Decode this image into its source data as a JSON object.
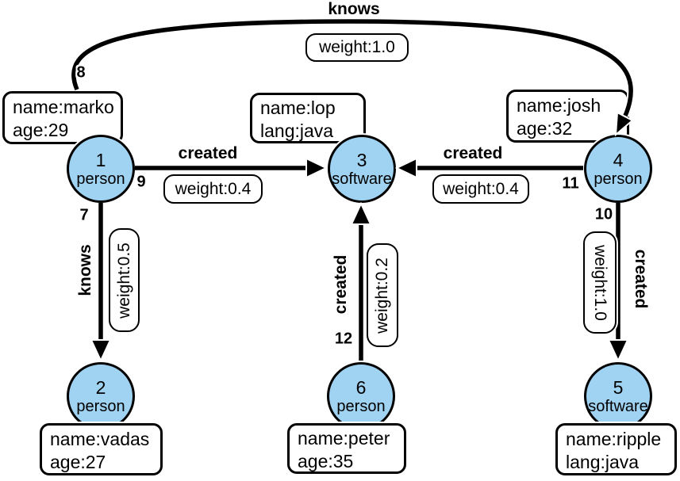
{
  "colors": {
    "background": "#FFFFFF",
    "node_fill": "#A0D2F2",
    "node_stroke": "#000000",
    "box_fill": "#FFFFFF",
    "box_stroke": "#000000",
    "edge": "#000000"
  },
  "graph": {
    "nodes": [
      {
        "id": "1",
        "label": "person",
        "properties": [
          "name:marko",
          "age:29"
        ]
      },
      {
        "id": "2",
        "label": "person",
        "properties": [
          "name:vadas",
          "age:27"
        ]
      },
      {
        "id": "3",
        "label": "software",
        "properties": [
          "name:lop",
          "lang:java"
        ]
      },
      {
        "id": "4",
        "label": "person",
        "properties": [
          "name:josh",
          "age:32"
        ]
      },
      {
        "id": "5",
        "label": "software",
        "properties": [
          "name:ripple",
          "lang:java"
        ]
      },
      {
        "id": "6",
        "label": "person",
        "properties": [
          "name:peter",
          "age:35"
        ]
      }
    ],
    "edges": [
      {
        "id": "7",
        "label": "knows",
        "weight": "weight:0.5",
        "from": "1",
        "to": "2"
      },
      {
        "id": "8",
        "label": "knows",
        "weight": "weight:1.0",
        "from": "1",
        "to": "4"
      },
      {
        "id": "9",
        "label": "created",
        "weight": "weight:0.4",
        "from": "1",
        "to": "3"
      },
      {
        "id": "10",
        "label": "created",
        "weight": "weight:1.0",
        "from": "4",
        "to": "5"
      },
      {
        "id": "11",
        "label": "created",
        "weight": "weight:0.4",
        "from": "4",
        "to": "3"
      },
      {
        "id": "12",
        "label": "created",
        "weight": "weight:0.2",
        "from": "6",
        "to": "3"
      }
    ]
  }
}
